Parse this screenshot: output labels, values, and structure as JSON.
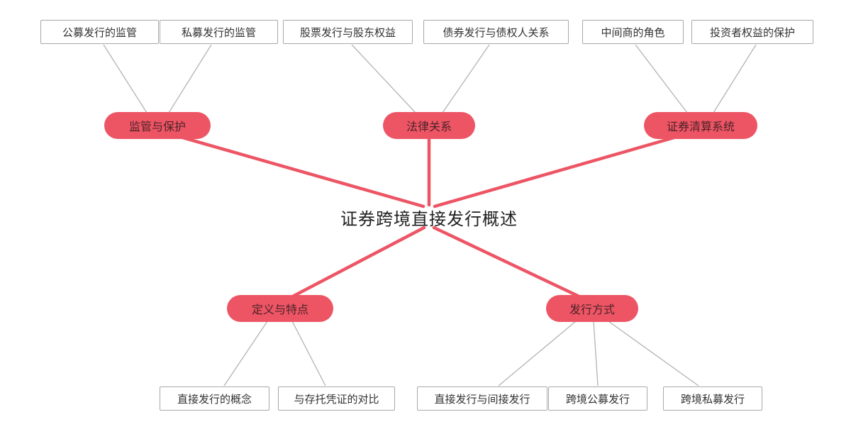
{
  "diagram": {
    "center": {
      "label": "证券跨境直接发行概述"
    },
    "branches": [
      {
        "label": "监管与保护",
        "children": [
          {
            "label": "公募发行的监管"
          },
          {
            "label": "私募发行的监管"
          }
        ]
      },
      {
        "label": "法律关系",
        "children": [
          {
            "label": "股票发行与股东权益"
          },
          {
            "label": "债券发行与债权人关系"
          }
        ]
      },
      {
        "label": "证券清算系统",
        "children": [
          {
            "label": "中间商的角色"
          },
          {
            "label": "投资者权益的保护"
          }
        ]
      },
      {
        "label": "定义与特点",
        "children": [
          {
            "label": "直接发行的概念"
          },
          {
            "label": "与存托凭证的对比"
          }
        ]
      },
      {
        "label": "发行方式",
        "children": [
          {
            "label": "直接发行与间接发行"
          },
          {
            "label": "跨境公募发行"
          },
          {
            "label": "跨境私募发行"
          }
        ]
      }
    ],
    "colors": {
      "branch_fill": "#ed5565",
      "branch_text": "#4d2227",
      "edge_red": "#ed5565",
      "edge_gray": "#b3b3b3",
      "leaf_border": "#a8a8a8",
      "leaf_text": "#333333",
      "center_text": "#1f1f1f",
      "background": "#ffffff"
    }
  }
}
